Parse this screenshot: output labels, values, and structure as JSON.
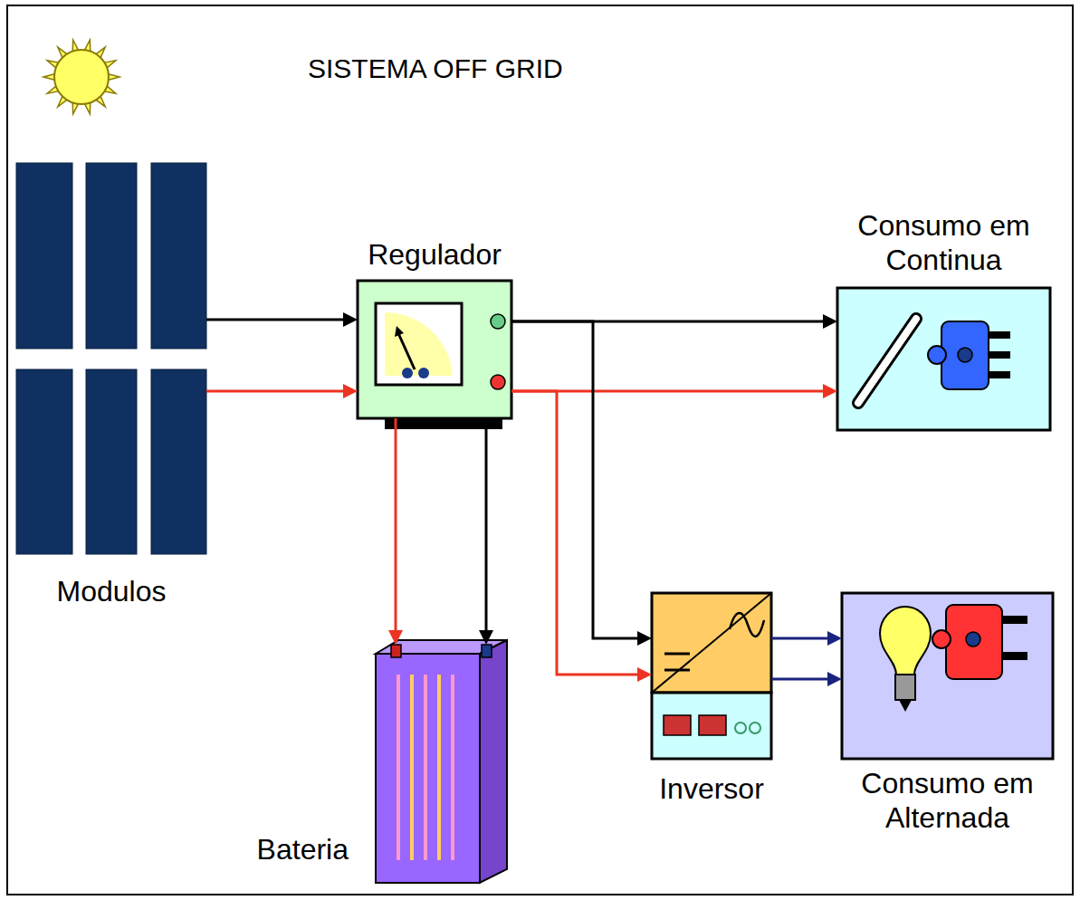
{
  "diagram": {
    "title": "SISTEMA OFF GRID",
    "nodes": [
      {
        "text": [
          "Modulos"
        ]
      },
      {
        "text": [
          "Regulador"
        ]
      },
      {
        "text": [
          "Consumo em Continua"
        ]
      },
      {
        "text": [
          "Inversor"
        ]
      },
      {
        "text": [
          "Consumo em Alternada"
        ]
      },
      {
        "text": [
          "Bateria"
        ]
      }
    ],
    "edges": [
      {
        "from": 0,
        "to": 1,
        "arrow": "to"
      },
      {
        "from": 0,
        "to": 1,
        "arrow": "to"
      },
      {
        "from": 1,
        "to": 2,
        "arrow": "to"
      },
      {
        "from": 1,
        "to": 2,
        "arrow": "to"
      },
      {
        "from": 1,
        "to": 5,
        "arrow": "to"
      },
      {
        "from": 1,
        "to": 5,
        "arrow": "to"
      },
      {
        "from": 1,
        "to": 3,
        "arrow": "to"
      },
      {
        "from": 1,
        "to": 3,
        "arrow": "to"
      },
      {
        "from": 3,
        "to": 4,
        "arrow": "to"
      },
      {
        "from": 3,
        "to": 4,
        "arrow": "to"
      }
    ]
  }
}
